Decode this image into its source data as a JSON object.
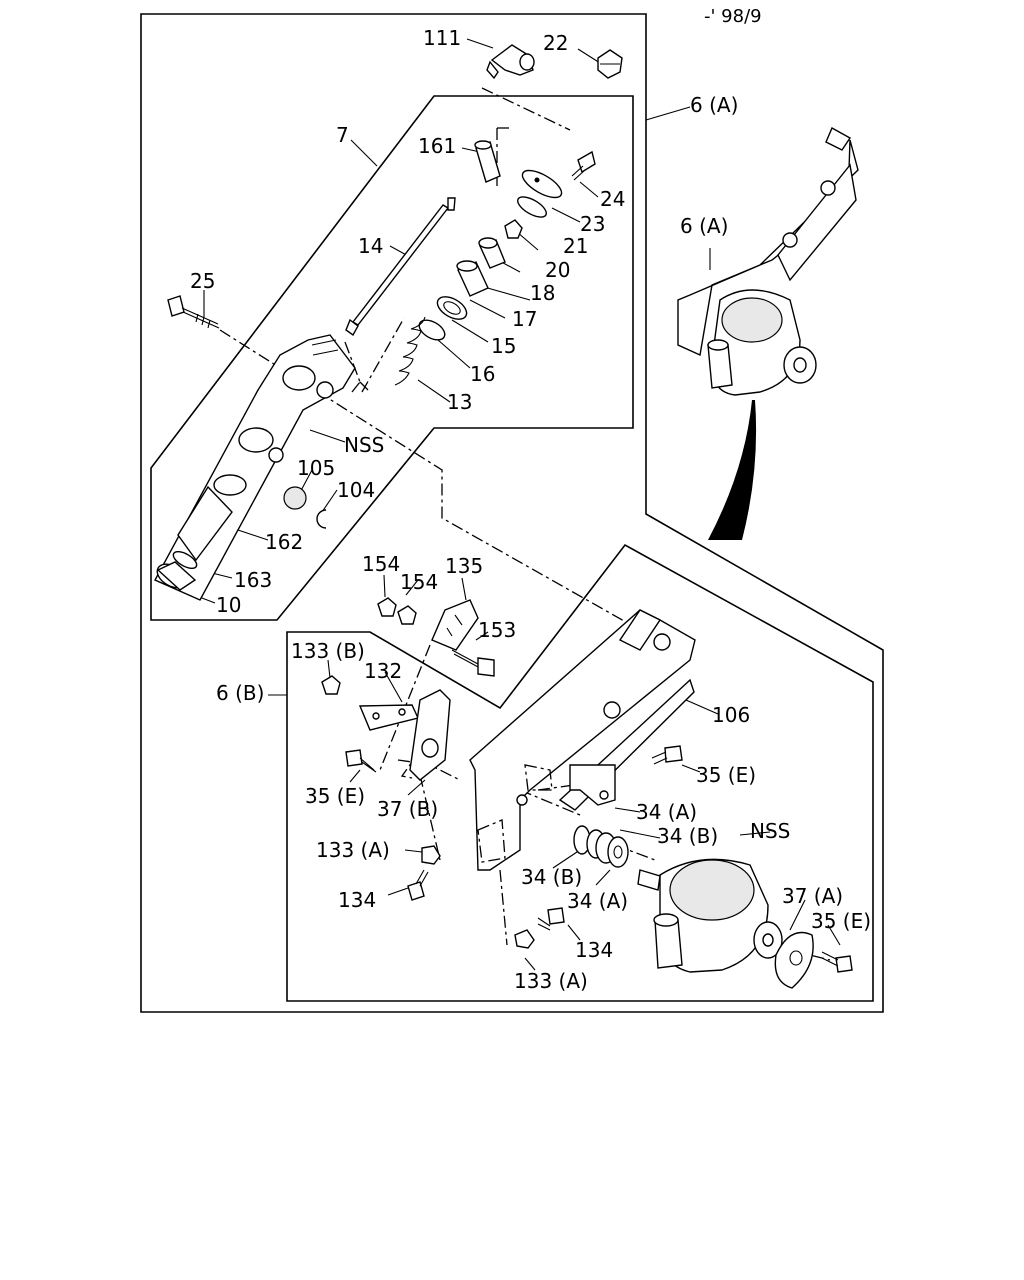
{
  "header": {
    "date_code": "-' 98/9"
  },
  "labels": {
    "p111": "111",
    "p22": "22",
    "p7": "7",
    "p161": "161",
    "p24": "24",
    "p23": "23",
    "p21": "21",
    "p20": "20",
    "p14": "14",
    "p18": "18",
    "p17": "17",
    "p25": "25",
    "p15": "15",
    "p16": "16",
    "p13": "13",
    "nss_top": "NSS",
    "p105": "105",
    "p104": "104",
    "p162": "162",
    "p163": "163",
    "p10": "10",
    "p6a_top": "6 (A)",
    "p6a_inner": "6 (A)",
    "p154a": "154",
    "p154b": "154",
    "p135": "135",
    "p153": "153",
    "p133b": "133 (B)",
    "p132": "132",
    "p6b": "6 (B)",
    "p106": "106",
    "p35e_right": "35 (E)",
    "p35e_left": "35 (E)",
    "p37b": "37 (B)",
    "p34a_top": "34 (A)",
    "p34b_top": "34 (B)",
    "nss_bottom": "NSS",
    "p133a_left": "133 (A)",
    "p34b_low": "34 (B)",
    "p34a_low": "34 (A)",
    "p37a": "37 (A)",
    "p35e_low": "35 (E)",
    "p134_left": "134",
    "p134_right": "134",
    "p133a_bottom": "133 (A)"
  }
}
